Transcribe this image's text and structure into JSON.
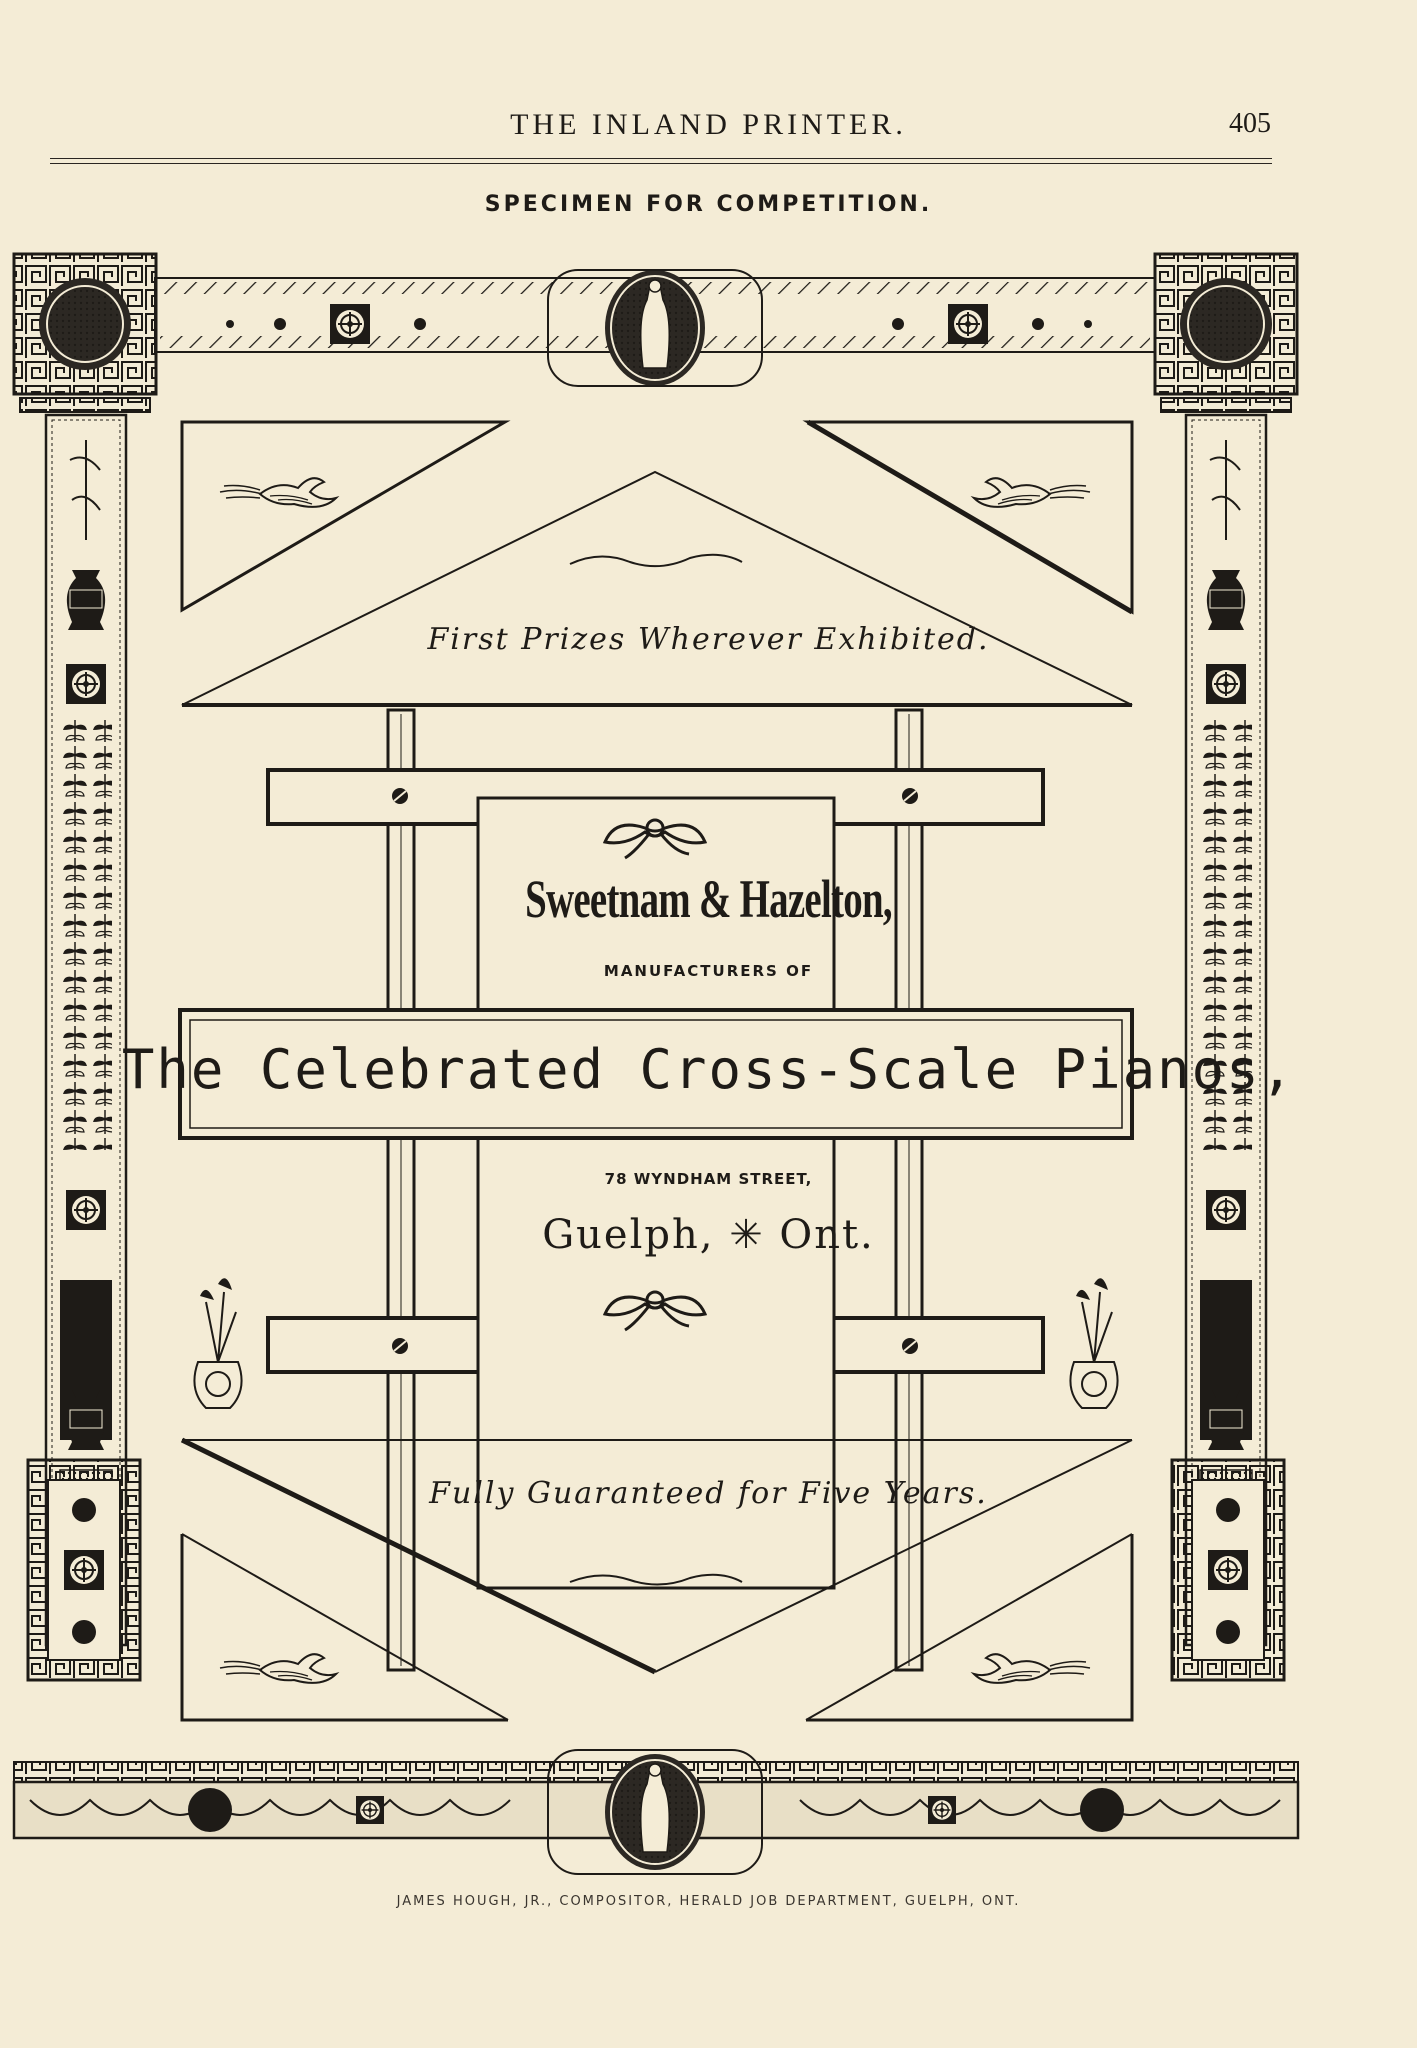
{
  "header": {
    "running_title": "THE INLAND PRINTER.",
    "page_number": "405"
  },
  "specimen_label": "SPECIMEN FOR COMPETITION.",
  "advertisement": {
    "top_tagline": "First Prizes Wherever Exhibited.",
    "firm_name": "Sweetnam & Hazelton,",
    "manufacturers_line": "MANUFACTURERS OF",
    "product_line": "The Celebrated Cross-Scale Pianos,",
    "street": "78 WYNDHAM STREET,",
    "city": "Guelph, ✳ Ont.",
    "bottom_tagline": "Fully Guaranteed for Five Years."
  },
  "credit_line": "JAMES HOUGH, JR., COMPOSITOR, HERALD JOB DEPARTMENT, GUELPH, ONT.",
  "colors": {
    "paper": "#f4ecd6",
    "ink": "#1e1b17"
  },
  "icons": [
    "dove-icon",
    "ribbon-knot-icon",
    "screw-icon",
    "vase-icon",
    "medallion-figure-icon",
    "rosette-icon"
  ]
}
